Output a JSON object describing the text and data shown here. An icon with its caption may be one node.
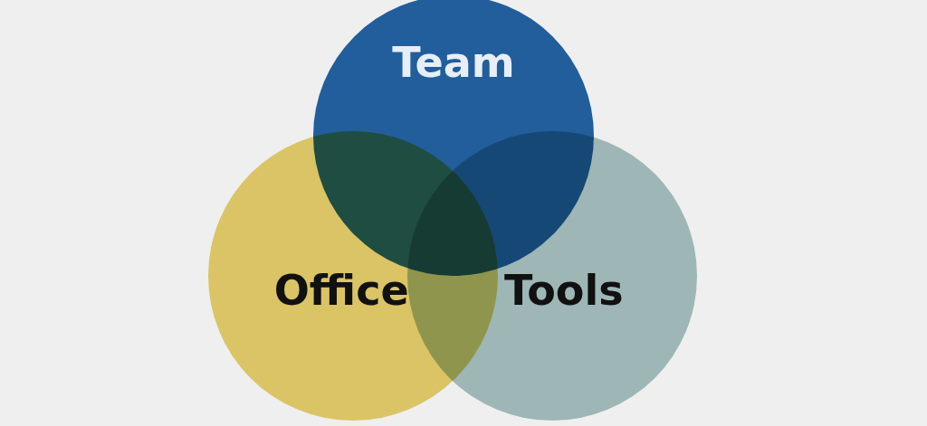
{
  "diagram": {
    "nodes": [
      {
        "text": [
          "Team"
        ]
      },
      {
        "text": [
          "Office"
        ]
      },
      {
        "text": [
          "Tools"
        ]
      }
    ]
  }
}
